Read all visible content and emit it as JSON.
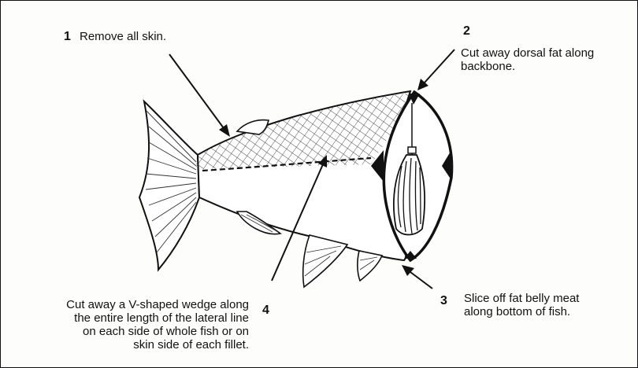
{
  "steps": [
    {
      "number": "1",
      "text": "Remove all skin."
    },
    {
      "number": "2",
      "lines": [
        "Cut away dorsal fat along",
        "backbone."
      ]
    },
    {
      "number": "3",
      "lines": [
        "Slice off fat belly meat",
        "along bottom of fish."
      ]
    },
    {
      "number": "4",
      "lines": [
        "Cut away a V-shaped wedge along",
        "the entire length of the lateral line",
        "on each side of whole fish or on",
        "skin side of each fillet."
      ]
    }
  ],
  "colors": {
    "ink": "#111111",
    "paper": "#fdfdfb"
  },
  "illustration": "fish-cross-section"
}
